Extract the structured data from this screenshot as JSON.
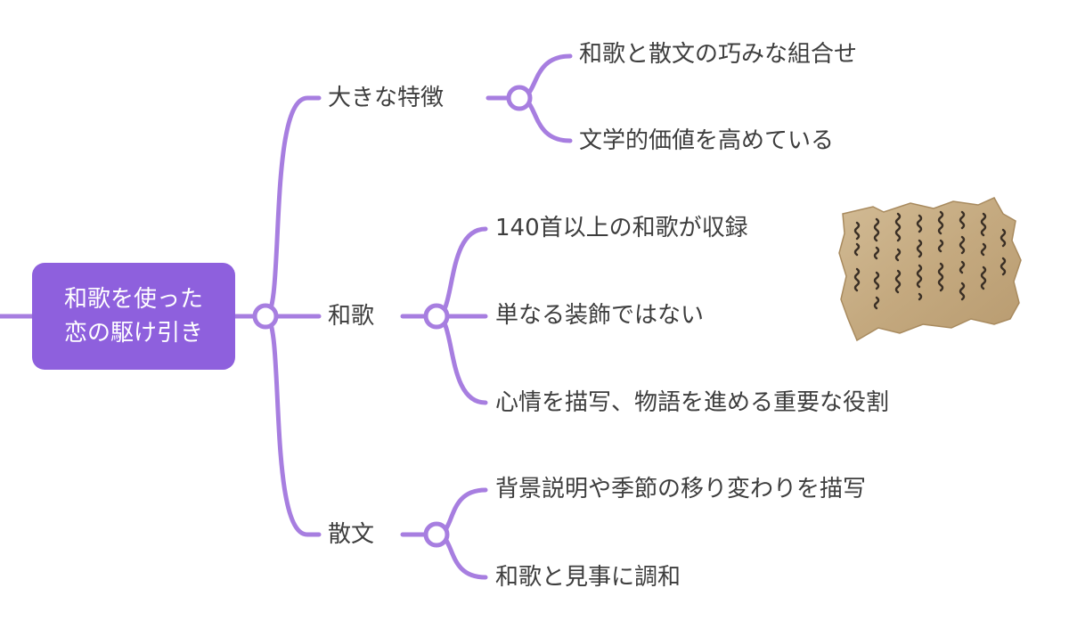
{
  "colors": {
    "branch": "#a77ee0",
    "root_fill": "#8e60dd",
    "root_text": "#ffffff",
    "text": "#3d3d3d",
    "paper": "#c9b08a",
    "ink": "#3a2f25"
  },
  "root": {
    "line1": "和歌を使った",
    "line2": "恋の駆け引き"
  },
  "branches": [
    {
      "label": "大きな特徴",
      "children": [
        "和歌と散文の巧みな組合せ",
        "文学的価値を高めている"
      ]
    },
    {
      "label": "和歌",
      "children": [
        "140首以上の和歌が収録",
        "単なる装飾ではない",
        "心情を描写、物語を進める重要な役割"
      ]
    },
    {
      "label": "散文",
      "children": [
        "背景説明や季節の移り変わりを描写",
        "和歌と見事に調和"
      ]
    }
  ],
  "image": {
    "icon": "old-manuscript-icon"
  }
}
